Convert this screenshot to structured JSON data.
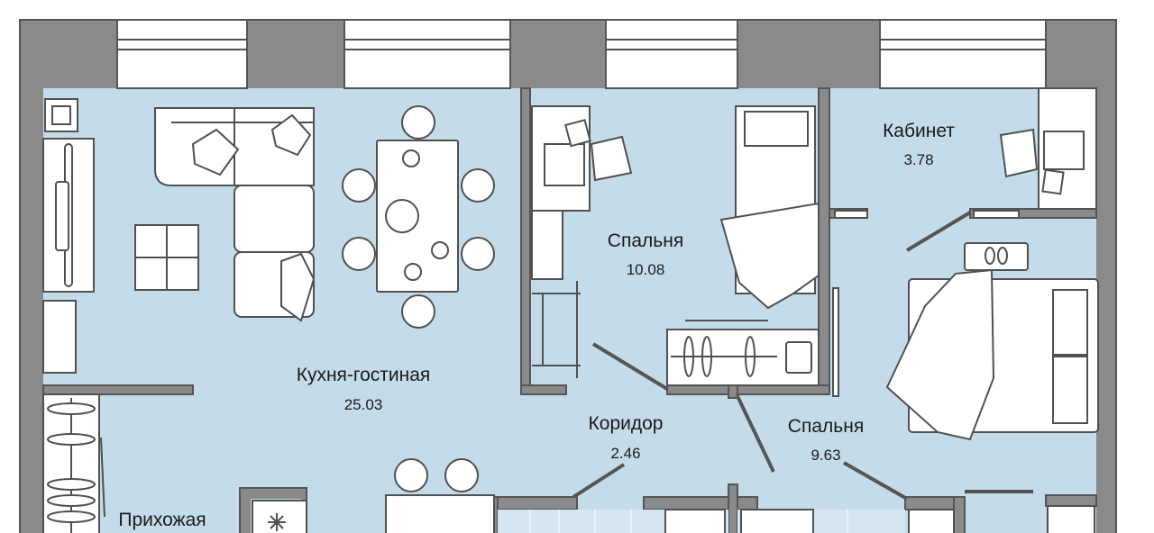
{
  "plan": {
    "colors": {
      "wall": "#8a8a8a",
      "wall_edge": "#555555",
      "floor": "#c4dcea",
      "furniture": "#ffffff",
      "text": "#1a1a1a"
    },
    "rooms": [
      {
        "id": "kitchen_living",
        "name": "Кухня-гостиная",
        "area": "25.03"
      },
      {
        "id": "bedroom1",
        "name": "Спальня",
        "area": "10.08"
      },
      {
        "id": "study",
        "name": "Кабинет",
        "area": "3.78"
      },
      {
        "id": "corridor",
        "name": "Коридор",
        "area": "2.46"
      },
      {
        "id": "bedroom2",
        "name": "Спальня",
        "area": "9.63"
      },
      {
        "id": "hallway",
        "name": "Прихожая"
      }
    ]
  }
}
